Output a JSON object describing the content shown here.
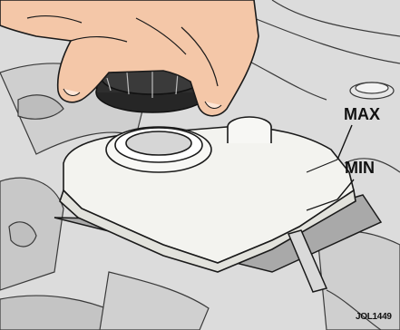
{
  "figure": {
    "labels": {
      "max": "MAX",
      "min": "MIN"
    },
    "code": "JOL1449",
    "colors": {
      "background": "#ffffff",
      "engine_bay": "#d9d9d9",
      "reservoir": "#f2f2ee",
      "fluid_panel": "#a7a7a7",
      "hand": "#f4c7a8",
      "cap": "#262626",
      "outline": "#1a1a1a"
    },
    "icons": [
      "hand-icon",
      "reservoir-cap-icon",
      "fluid-reservoir-icon"
    ]
  }
}
